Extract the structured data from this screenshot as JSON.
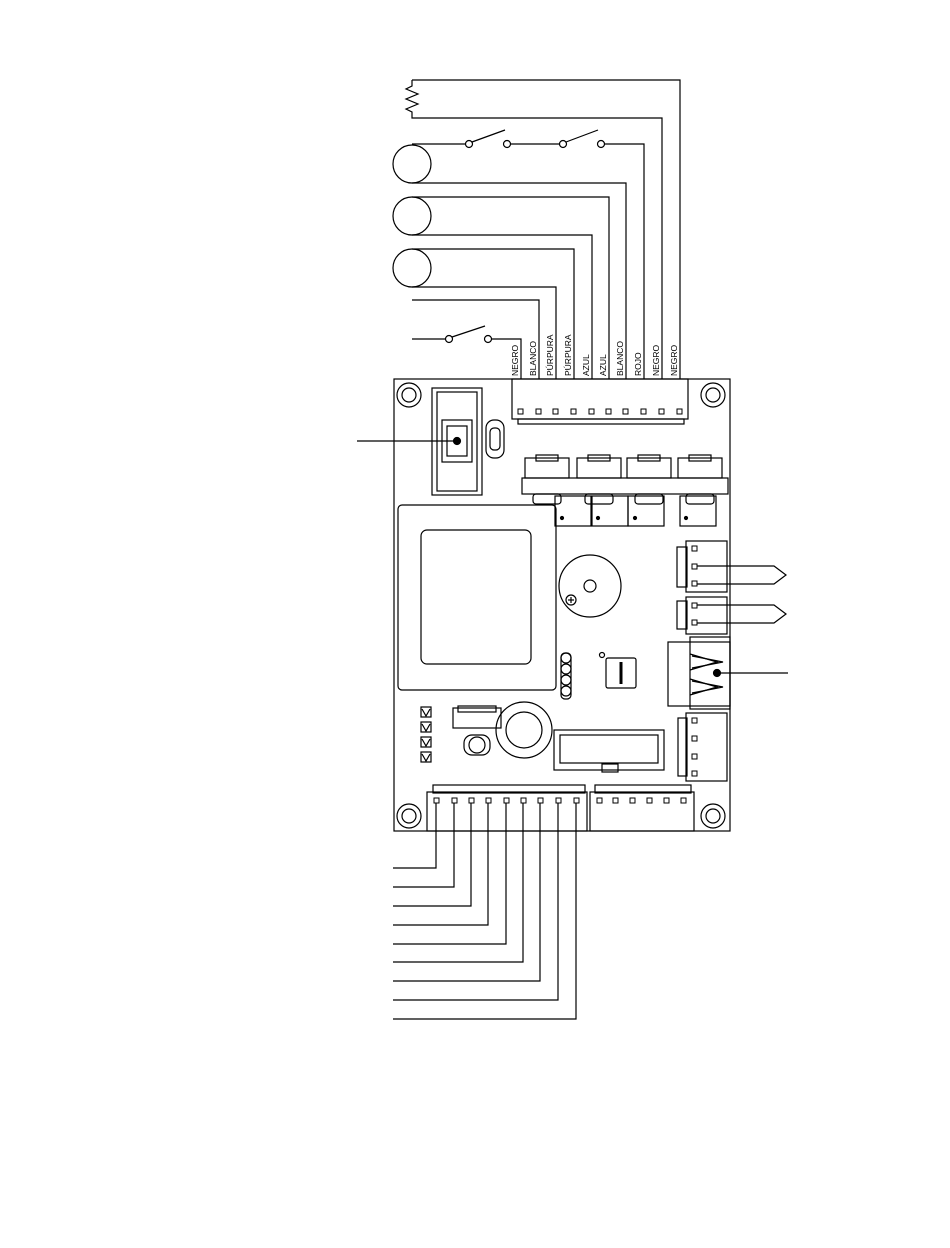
{
  "diagram": {
    "line_color": "#000000",
    "background": "#ffffff",
    "terminal_labels": [
      "NEGRO",
      "BLANCO",
      "PÚRPURA",
      "PÚRPURA",
      "AZUL",
      "AZUL",
      "BLANCO",
      "ROJO",
      "NEGRO",
      "NEGRO"
    ],
    "top_loads": [
      "heater-resistor",
      "door-switch-pair",
      "motor-1",
      "motor-2",
      "motor-3",
      "line-input",
      "control-switch"
    ],
    "bottom_header_wire_count": 9
  }
}
